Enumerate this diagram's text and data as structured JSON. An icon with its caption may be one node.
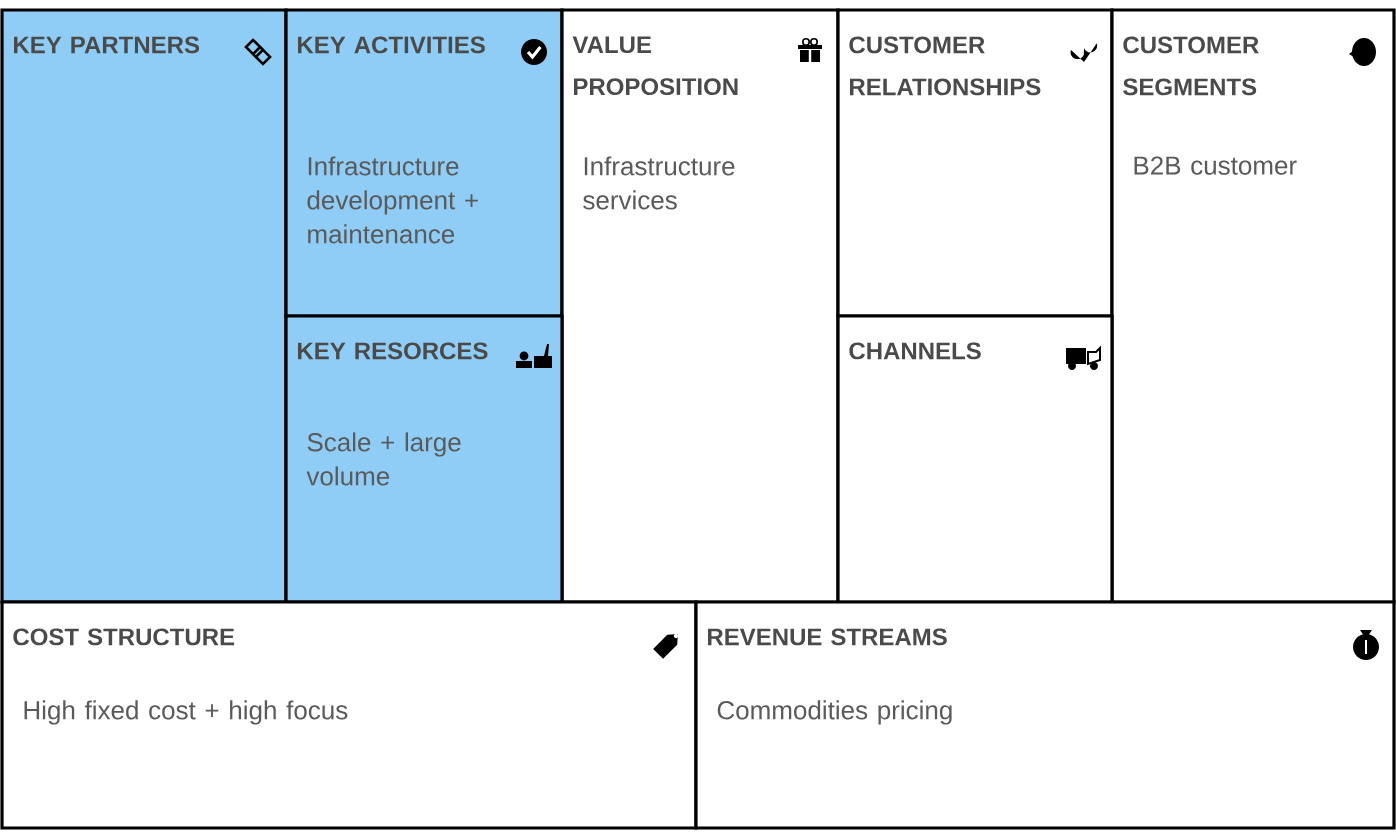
{
  "diagram": {
    "nodes": [
      {
        "text": [
          "KEY PARTNERS"
        ]
      },
      {
        "text": [
          "KEY ACTIVITIES",
          "Infrastructure development + maintenance"
        ]
      },
      {
        "text": [
          "VALUE PROPOSITION",
          "Infrastructure services"
        ]
      },
      {
        "text": [
          "CUSTOMER RELATIONSHIPS"
        ]
      },
      {
        "text": [
          "CUSTOMER SEGMENTS",
          "B2B customer"
        ]
      },
      {
        "text": [
          "KEY RESORCES",
          "Scale + large volume"
        ]
      },
      {
        "text": [
          "CHANNELS"
        ]
      },
      {
        "text": [
          "COST STRUCTURE",
          "High fixed cost + high focus"
        ]
      },
      {
        "text": [
          "REVENUE STREAMS",
          "Commodities pricing"
        ]
      }
    ]
  }
}
